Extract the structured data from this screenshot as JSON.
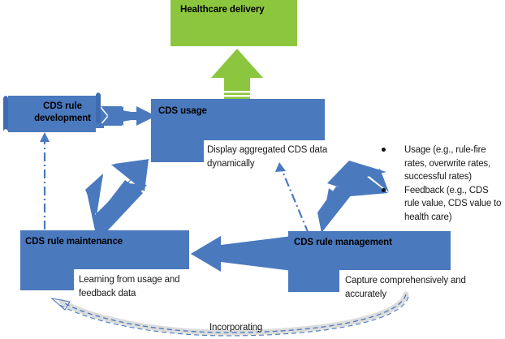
{
  "diagram": {
    "title_box": {
      "label": "Healthcare delivery",
      "color": "#8CC63F"
    },
    "nodes": [
      {
        "id": "cds-rule-development",
        "label": "CDS rule development",
        "color": "#4A79BE"
      },
      {
        "id": "cds-usage",
        "label": "CDS usage",
        "color": "#4A79BE",
        "caption": "Display aggregated CDS data dynamically"
      },
      {
        "id": "cds-rule-maintenance",
        "label": "CDS rule maintenance",
        "color": "#4A79BE",
        "caption": "Learning from usage and feedback data"
      },
      {
        "id": "cds-rule-management",
        "label": "CDS rule management",
        "color": "#4A79BE",
        "caption": "Capture comprehensively and accurately"
      }
    ],
    "annotations": {
      "bullets": [
        "Usage (e.g., rule-fire rates, overwrite rates, successful rates)",
        "Feedback (e.g., CDS rule value, CDS value to health care)"
      ],
      "curved_arrow_label": "Incorporating"
    },
    "colors": {
      "blue": "#4A79BE",
      "blue_dark": "#3F6CB0",
      "green": "#8CC63F",
      "dashed_blue": "#4A79BE",
      "curve_gray": "#BFBFBF"
    }
  }
}
